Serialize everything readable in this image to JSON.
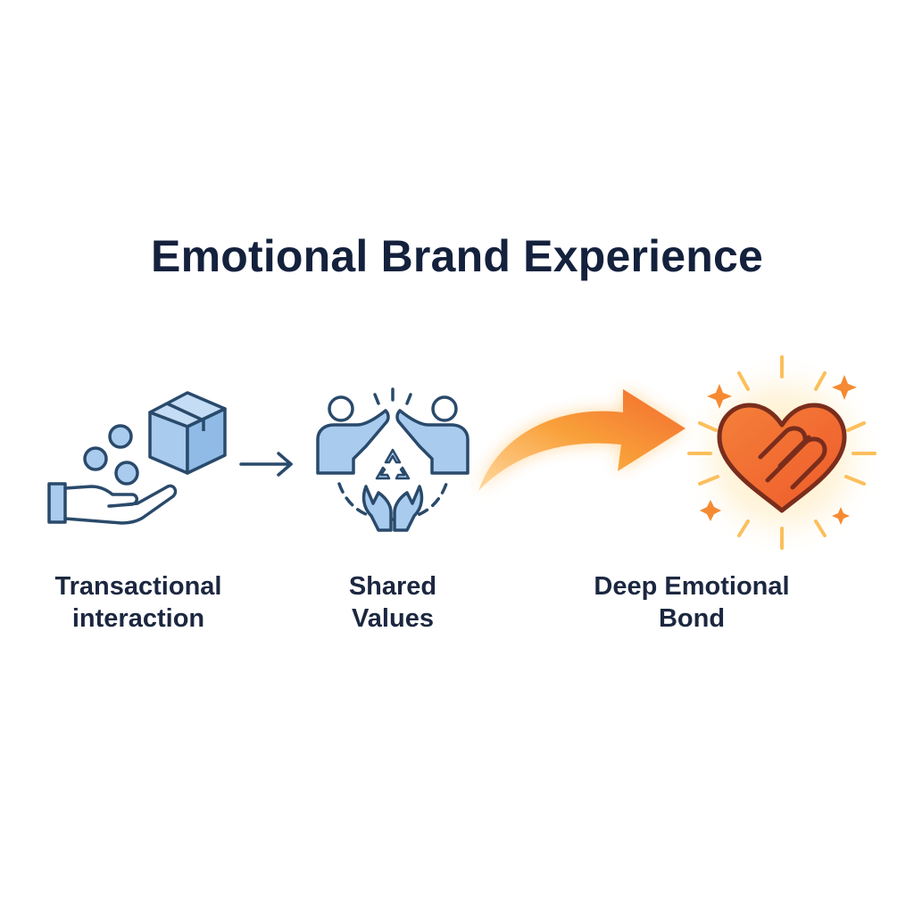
{
  "title": "Emotional Brand Experience",
  "stages": [
    {
      "line1": "Transactional",
      "line2": "interaction",
      "icon": "hand-coins-box-icon"
    },
    {
      "line1": "Shared",
      "line2": "Values",
      "icon": "people-recycle-icon"
    },
    {
      "line1": "Deep Emotional",
      "line2": "Bond",
      "icon": "glowing-heart-link-icon"
    }
  ],
  "connectors": [
    "arrow-right-icon",
    "curved-arrow-icon"
  ],
  "colors": {
    "title": "#14213d",
    "icon_stroke": "#2a4a6b",
    "icon_fill": "#a9cbee",
    "arrow_orange": "#f7892b",
    "heart_orange": "#f26a2e",
    "glow": "#ffd27a"
  }
}
